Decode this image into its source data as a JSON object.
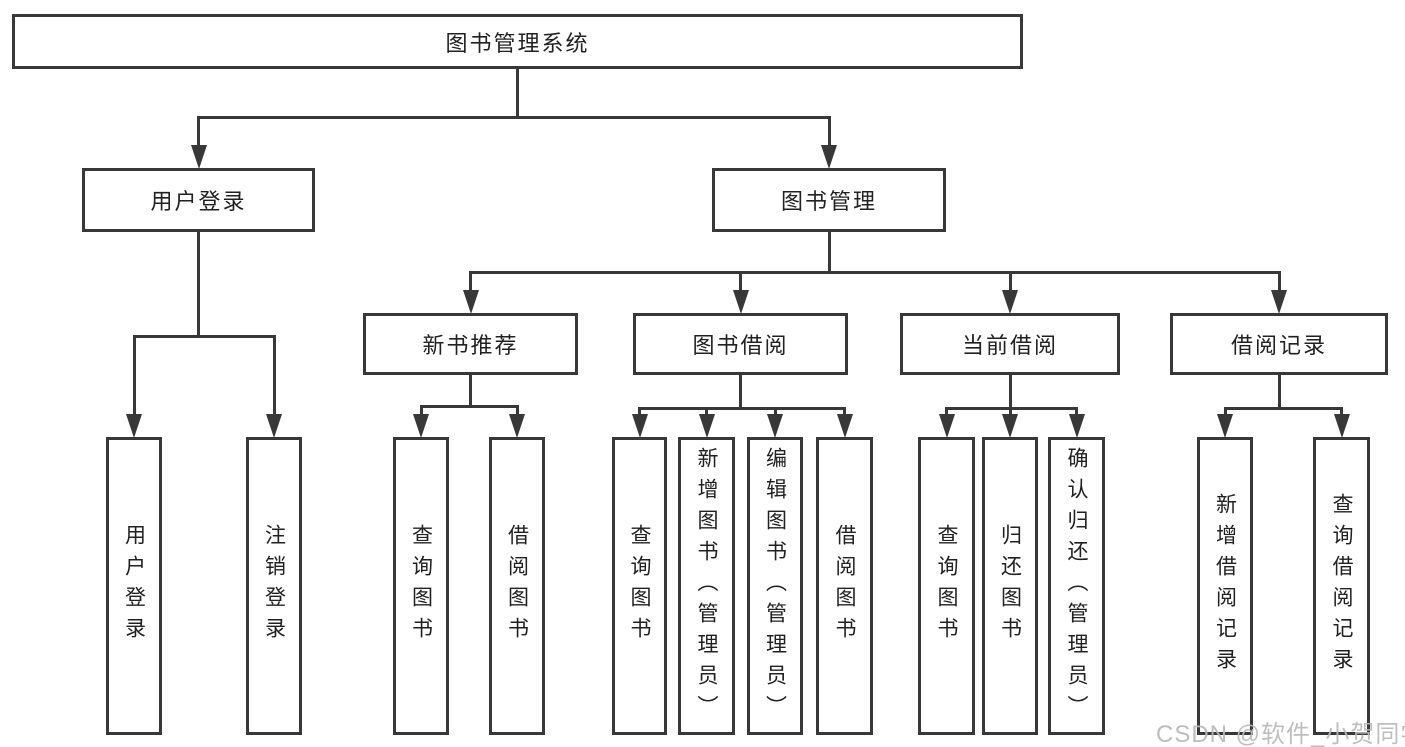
{
  "diagram": {
    "title": "图书管理系统",
    "nodes": [
      {
        "id": "root",
        "label": "图书管理系统"
      },
      {
        "id": "login",
        "label": "用户登录"
      },
      {
        "id": "mgmt",
        "label": "图书管理"
      },
      {
        "id": "rec",
        "label": "新书推荐"
      },
      {
        "id": "borrow",
        "label": "图书借阅"
      },
      {
        "id": "current",
        "label": "当前借阅"
      },
      {
        "id": "records",
        "label": "借阅记录"
      },
      {
        "id": "u1",
        "label": "用户登录"
      },
      {
        "id": "u2",
        "label": "注销登录"
      },
      {
        "id": "r1",
        "label": "查询图书"
      },
      {
        "id": "r2",
        "label": "借阅图书"
      },
      {
        "id": "b1",
        "label": "查询图书"
      },
      {
        "id": "b2",
        "label": "新增图书（管理员）"
      },
      {
        "id": "b3",
        "label": "编辑图书（管理员）"
      },
      {
        "id": "b4",
        "label": "借阅图书"
      },
      {
        "id": "c1",
        "label": "查询图书"
      },
      {
        "id": "c2",
        "label": "归还图书"
      },
      {
        "id": "c3",
        "label": "确认归还（管理员）"
      },
      {
        "id": "j1",
        "label": "新增借阅记录"
      },
      {
        "id": "j2",
        "label": "查询借阅记录"
      }
    ],
    "edges": [
      {
        "from": "root",
        "to": [
          "login",
          "mgmt"
        ]
      },
      {
        "from": "login",
        "to": [
          "u1",
          "u2"
        ]
      },
      {
        "from": "mgmt",
        "to": [
          "rec",
          "borrow",
          "current",
          "records"
        ]
      },
      {
        "from": "rec",
        "to": [
          "r1",
          "r2"
        ]
      },
      {
        "from": "borrow",
        "to": [
          "b1",
          "b2",
          "b3",
          "b4"
        ]
      },
      {
        "from": "current",
        "to": [
          "c1",
          "c2",
          "c3"
        ]
      },
      {
        "from": "records",
        "to": [
          "j1",
          "j2"
        ]
      }
    ],
    "watermark": "CSDN @软件_小贺同学"
  }
}
